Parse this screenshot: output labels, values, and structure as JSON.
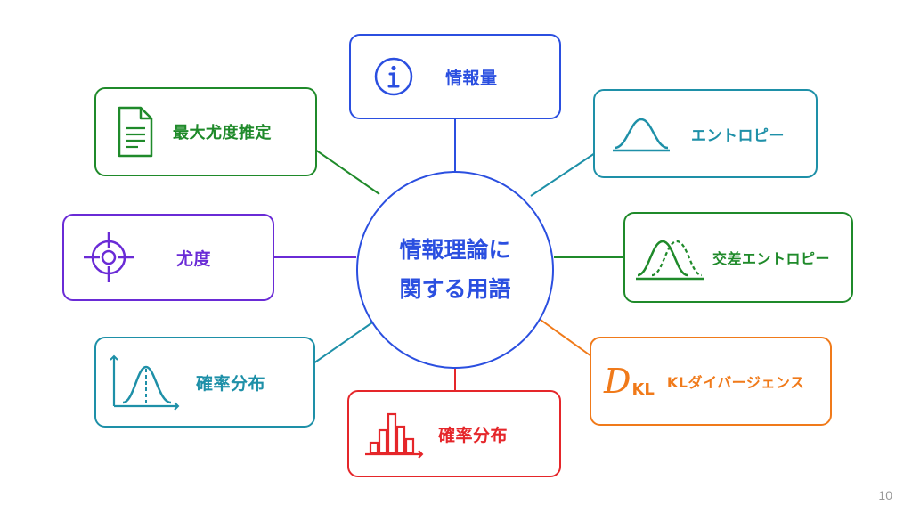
{
  "center": {
    "line1": "情報理論に",
    "line2": "関する用語",
    "color": "#2b4fe0"
  },
  "nodes": {
    "information": {
      "label": "情報量",
      "color": "#2b4fe0",
      "icon": "info-icon"
    },
    "entropy": {
      "label": "エントロピー",
      "color": "#1e90a8",
      "icon": "bell-curve-icon"
    },
    "cross_entropy": {
      "label": "交差エントロピー",
      "color": "#1f8a2a",
      "icon": "double-bell-curve-icon"
    },
    "kl_divergence": {
      "label": "KLダイバージェンス",
      "color": "#f07a1a",
      "icon": "dkl-symbol-icon",
      "symbol_main": "D",
      "symbol_sub": "KL"
    },
    "prob_dist_histogram": {
      "label": "確率分布",
      "color": "#e5262a",
      "icon": "histogram-icon"
    },
    "prob_dist_curve": {
      "label": "確率分布",
      "color": "#1e90a8",
      "icon": "distribution-curve-icon"
    },
    "likelihood": {
      "label": "尤度",
      "color": "#6a2bd6",
      "icon": "crosshair-icon"
    },
    "mle": {
      "label": "最大尤度推定",
      "color": "#1f8a2a",
      "icon": "document-icon"
    }
  },
  "page_number": "10"
}
